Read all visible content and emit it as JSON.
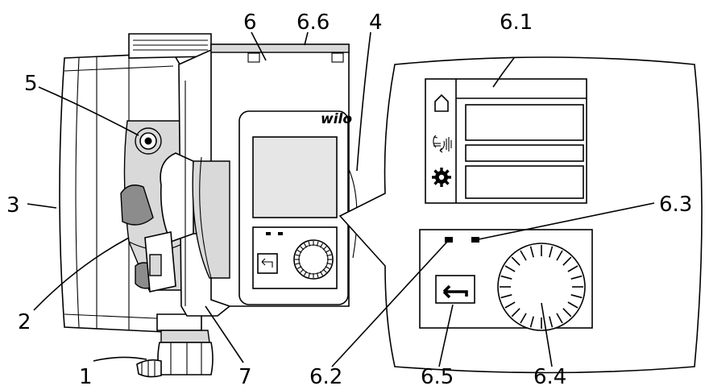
{
  "brand": "wilo",
  "labels": {
    "l1": "1",
    "l2": "2",
    "l3": "3",
    "l4": "4",
    "l5": "5",
    "l6": "6",
    "l6_1": "6.1",
    "l6_2": "6.2",
    "l6_3": "6.3",
    "l6_4": "6.4",
    "l6_5": "6.5",
    "l6_6": "6.6",
    "l7": "7"
  },
  "icons": {
    "home": "home-icon",
    "pump_mode": "pump-mode-icon",
    "settings": "gear-icon",
    "back": "back-arrow-icon",
    "knob": "control-knob-icon"
  }
}
